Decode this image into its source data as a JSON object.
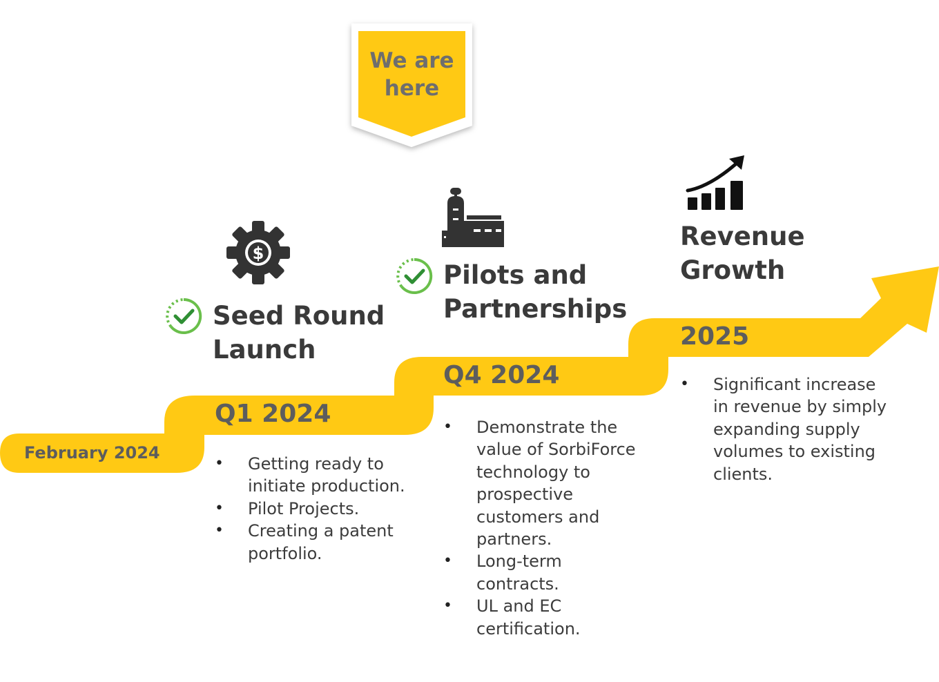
{
  "colors": {
    "accent": "#FFC914",
    "check_green": "#6ABF4B",
    "icon_dark": "#333333",
    "text_dark": "#3a3a3a"
  },
  "badge": {
    "line1": "We are",
    "line2": "here"
  },
  "milestones": [
    {
      "date": "February 2024"
    },
    {
      "date": "Q1 2024",
      "title_line1": "Seed Round",
      "title_line2": "Launch",
      "icon": "gear-dollar-icon",
      "status_icon": "check-circle-icon",
      "bullets": [
        "Getting ready to initiate production.",
        "Pilot Projects.",
        "Creating a patent portfolio."
      ]
    },
    {
      "date": "Q4 2024",
      "title_line1": "Pilots and",
      "title_line2": "Partnerships",
      "icon": "factory-icon",
      "status_icon": "check-circle-icon",
      "bullets": [
        "Demonstrate the value of SorbiForce technology to prospective customers and partners.",
        "Long-term contracts.",
        "UL and EC certification."
      ]
    },
    {
      "date": "2025",
      "title_line1": "Revenue",
      "title_line2": "Growth",
      "icon": "growth-chart-icon",
      "bullets": [
        "Significant increase in revenue by simply expanding supply volumes to existing clients."
      ]
    }
  ]
}
